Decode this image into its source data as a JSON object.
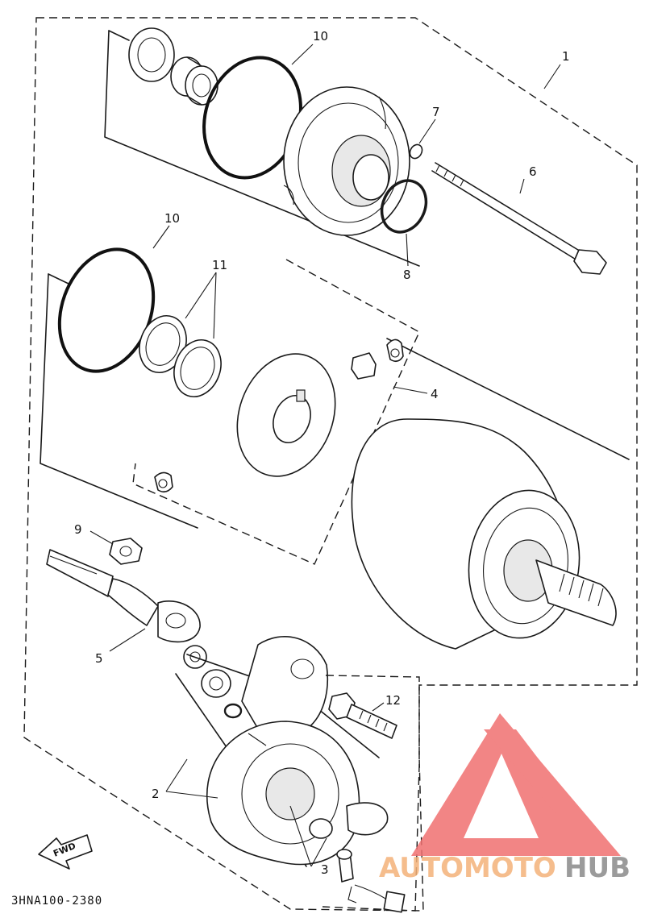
{
  "diagram": {
    "callouts": [
      "1",
      "2",
      "3",
      "4",
      "5",
      "6",
      "7",
      "8",
      "9",
      "10",
      "10",
      "11",
      "12"
    ],
    "code": "3HNA100-2380",
    "fwd_label": "FWD"
  },
  "watermark": {
    "word_1": "AUTOMOTO",
    "word_2": "HUB",
    "color_1": "#f4b27a",
    "color_2": "#8a8a8a",
    "logo_color": "#f07070"
  }
}
